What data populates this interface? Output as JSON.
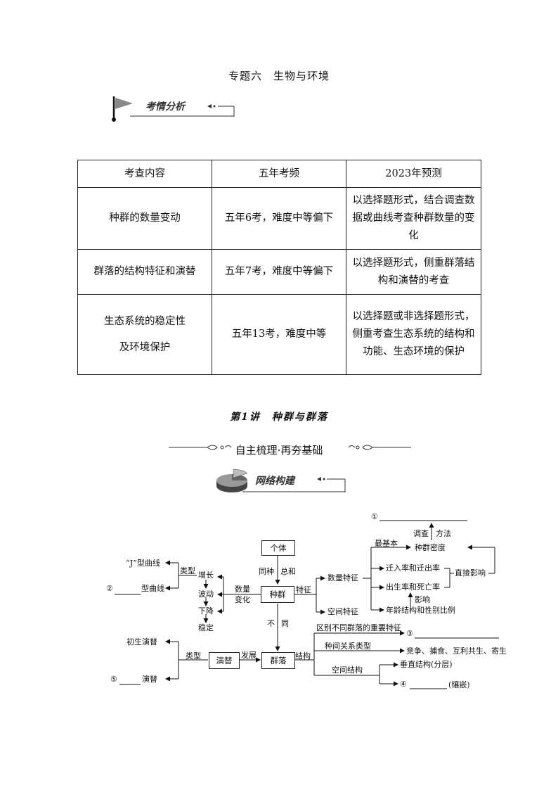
{
  "chapter_title": "专题六　生物与环境",
  "badge1": "考情分析",
  "table": {
    "headers": [
      "考查内容",
      "五年考频",
      "2023年预测"
    ],
    "rows": [
      {
        "content": "种群的数量变动",
        "freq": "五年6考，难度中等偏下",
        "predict": "以选择题形式，结合调查数据或曲线考查种群数量的变化"
      },
      {
        "content": "群落的结构特征和演替",
        "freq": "五年7考，难度中等偏下",
        "predict": "以选择题形式，侧重群落结构和演替的考查"
      },
      {
        "content": "生态系统的稳定性及环境保护",
        "content_line1": "生态系统的稳定性",
        "content_line2": "及环境保护",
        "freq": "五年13考，难度中等",
        "predict": "以选择题或非选择题形式，侧重考查生态系统的结构和功能、生态环境的保护"
      }
    ]
  },
  "lecture_title": "第1讲　种群与群落",
  "section_title": "自主梳理·再夯基础",
  "badge2": "网络构建",
  "diagram": {
    "individual": "个体",
    "same_species": "同种",
    "sum": "总和",
    "population": "种群",
    "feature": "特征",
    "quantity_feature": "数量特征",
    "spatial_feature": "空间特征",
    "most_basic": "最基本",
    "density": "种群密度",
    "survey": "调查",
    "method": "方法",
    "blank1": "①",
    "immigration": "迁入率和迁出率",
    "birth_death": "出生率和死亡率",
    "direct_effect": "直接影响",
    "influence": "影响",
    "age_sex": "年龄结构和性别比例",
    "quantity_change_1": "数量",
    "quantity_change_2": "变化",
    "growth": "增长",
    "fluctuation": "波动",
    "decline": "下降",
    "stable": "稳定",
    "type": "类型",
    "j_curve": "“J”型曲线",
    "blank2": "②",
    "curve_suffix": "型曲线",
    "different_1": "不",
    "different_2": "同",
    "community": "群落",
    "development": "发展",
    "succession": "演替",
    "type2": "类型",
    "primary_succession": "初生演替",
    "blank5": "⑤",
    "succession_suffix": "演替",
    "structure": "结构",
    "important_feature": "区别不同群落的重要特征",
    "blank3": "③",
    "interspecific": "种间关系类型",
    "relations": "竞争、捕食、互利共生、寄生",
    "spatial_structure": "空间结构",
    "vertical": "垂直结构(分层)",
    "blank4": "④",
    "mosaic": "(镶嵌)"
  }
}
